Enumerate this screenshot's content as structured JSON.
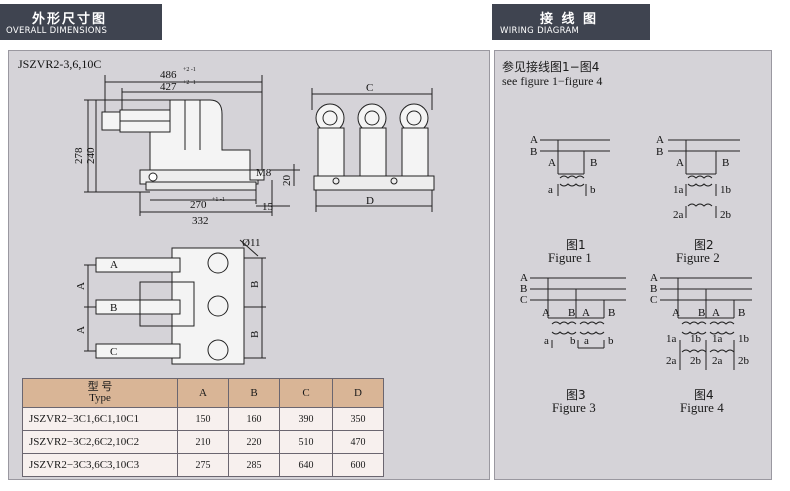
{
  "left_header": {
    "title_zh": "外形尺寸图",
    "title_en": "OVERALL DIMENSIONS"
  },
  "right_header": {
    "title_zh": "接 线 图",
    "title_en": "WIRING DIAGRAM"
  },
  "dimensions": {
    "model": "JSZVR2-3,6,10C",
    "d486": "486",
    "d486_tol": "+2 -1",
    "d427": "427",
    "d427_tol": "+2 -1",
    "d278": "278",
    "d240": "240",
    "d270": "270",
    "d270_tol": "+1 -1",
    "d332": "332",
    "d15": "15",
    "m8": "M8",
    "d20": "20",
    "C": "C",
    "D": "D",
    "A": "A",
    "B": "B",
    "hole": "Ø11"
  },
  "table": {
    "header_type_zh": "型    号",
    "header_type_en": "Type",
    "columns": [
      "A",
      "B",
      "C",
      "D"
    ],
    "rows": [
      {
        "type": "JSZVR2−3C1,6C1,10C1",
        "values": [
          "150",
          "160",
          "390",
          "350"
        ]
      },
      {
        "type": "JSZVR2−3C2,6C2,10C2",
        "values": [
          "210",
          "220",
          "510",
          "470"
        ]
      },
      {
        "type": "JSZVR2−3C3,6C3,10C3",
        "values": [
          "275",
          "285",
          "640",
          "600"
        ]
      }
    ]
  },
  "wiring": {
    "intro_zh": "参见接线图1−图4",
    "intro_en": "see figure 1−figure 4",
    "figures": [
      {
        "zh": "图1",
        "en": "Figure  1"
      },
      {
        "zh": "图2",
        "en": "Figure  2"
      },
      {
        "zh": "图3",
        "en": "Figure  3"
      },
      {
        "zh": "图4",
        "en": "Figure  4"
      }
    ],
    "labels": {
      "A": "A",
      "B": "B",
      "C": "C",
      "a": "a",
      "b": "b",
      "1a": "1a",
      "1b": "1b",
      "2a": "2a",
      "2b": "2b"
    }
  }
}
